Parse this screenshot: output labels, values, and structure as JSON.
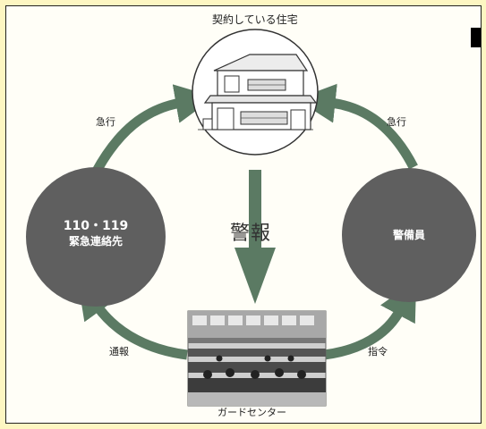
{
  "nodes": {
    "house": {
      "label": "契約している住宅"
    },
    "emergency": {
      "line1": "110・119",
      "line2": "緊急連絡先"
    },
    "guard": {
      "label": "警備員"
    },
    "center": {
      "label": "ガードセンター"
    }
  },
  "edges": {
    "alarm": "警報",
    "rush_left": "急行",
    "rush_right": "急行",
    "report": "通報",
    "command": "指令"
  },
  "colors": {
    "arrow": "#5b7a63",
    "circle": "#5f5f5f",
    "background": "#fdf6c2"
  }
}
